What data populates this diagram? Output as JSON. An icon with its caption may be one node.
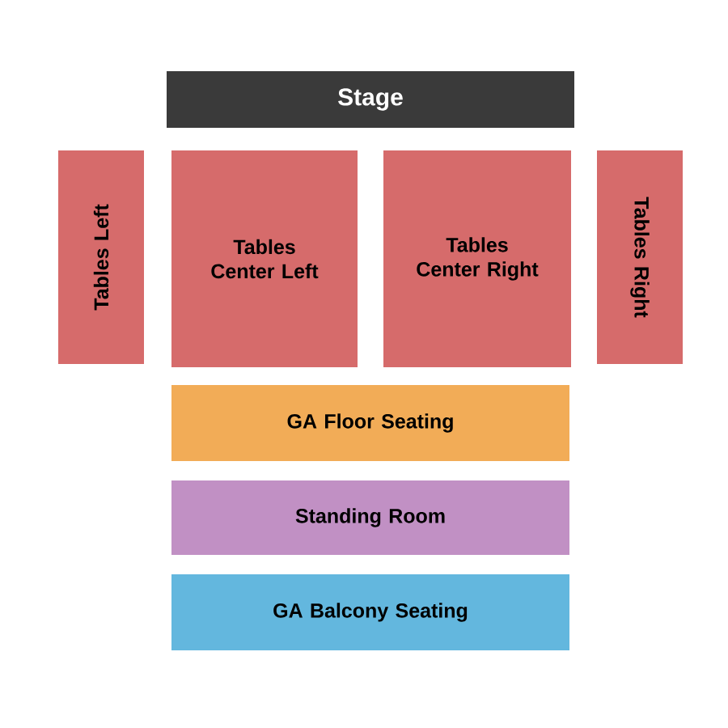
{
  "diagram": {
    "nodes": [
      {
        "text": [
          "Stage"
        ]
      },
      {
        "text": [
          "Tables Left"
        ]
      },
      {
        "text": [
          "Tables Center Left"
        ]
      },
      {
        "text": [
          "Tables Center Right"
        ]
      },
      {
        "text": [
          "Tables Right"
        ]
      },
      {
        "text": [
          "GA Floor Seating"
        ]
      },
      {
        "text": [
          "Standing Room"
        ]
      },
      {
        "text": [
          "GA Balcony Seating"
        ]
      }
    ]
  }
}
